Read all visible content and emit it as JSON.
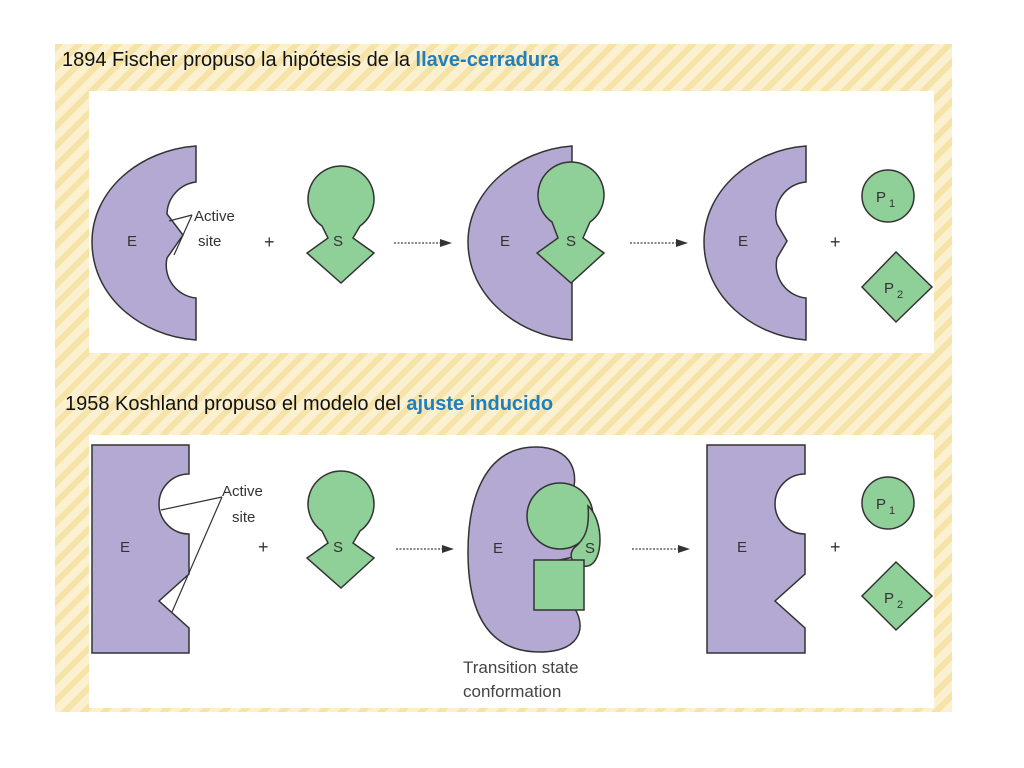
{
  "headings": {
    "fischer": {
      "prefix": "1894 Fischer propuso la hipótesis de la ",
      "highlight": "llave-cerradura"
    },
    "koshland": {
      "prefix": "1958 Koshland propuso el modelo del ",
      "highlight": "ajuste inducido"
    }
  },
  "labels": {
    "enzyme": "E",
    "substrate": "S",
    "product_1": "P",
    "product_1_sub": "1",
    "product_2": "P",
    "product_2_sub": "2",
    "plus": "+",
    "active": "Active",
    "site": "site",
    "transition_line1": "Transition state",
    "transition_line2": "conformation"
  },
  "colors": {
    "enzyme": "#b3a9d2",
    "substrate": "#8fcf98",
    "highlight": "#1f7fbf"
  }
}
